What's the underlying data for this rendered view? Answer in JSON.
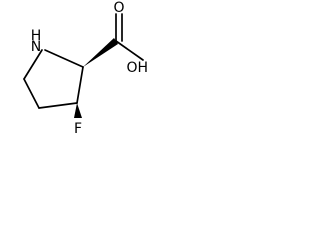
{
  "molecule": {
    "atoms": {
      "nh": "N",
      "h": "H",
      "oh": "OH",
      "o": "O",
      "f": "F"
    }
  },
  "colors": {
    "background": "#ffffff",
    "ink": "#000000"
  }
}
